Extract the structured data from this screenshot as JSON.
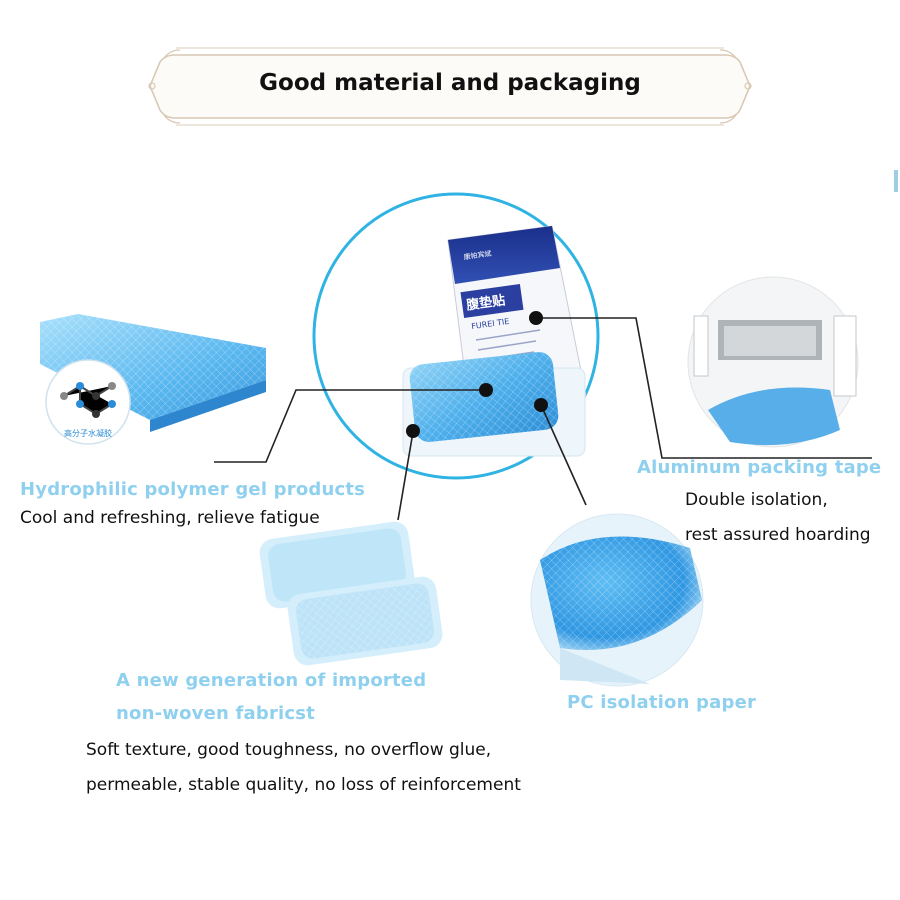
{
  "banner": {
    "title": "Good material and packaging"
  },
  "product_label": {
    "line1": "腹垫贴",
    "line2": "FUREI TIE",
    "brand": "康帕宾斌"
  },
  "molecule_caption": "高分子水凝胶",
  "features": {
    "hydrophilic": {
      "title": "Hydrophilic polymer gel products",
      "desc": "Cool and refreshing,  relieve fatigue"
    },
    "aluminum": {
      "title": "Aluminum packing tape",
      "desc_line1": "Double isolation,",
      "desc_line2": "rest assured hoarding"
    },
    "nonwoven": {
      "title_line1": "A new generation of imported",
      "title_line2": "non-woven fabricst",
      "desc_line1": "Soft texture, good toughness, no overflow glue,",
      "desc_line2": "permeable, stable quality, no loss of reinforcement"
    },
    "pc_paper": {
      "title": "PC isolation paper"
    }
  },
  "colors": {
    "accent_blue": "#8fd0ee",
    "circle_stroke": "#2fb3e3",
    "gel_blue": "#5fb9ee",
    "text": "#111111"
  }
}
